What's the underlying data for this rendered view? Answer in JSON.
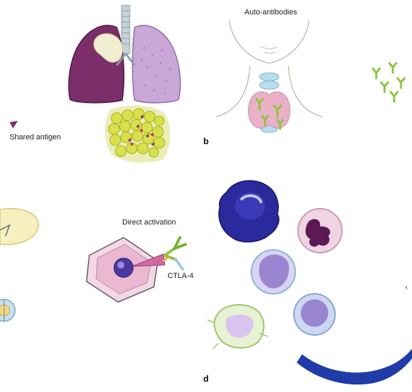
{
  "panels": {
    "a": {
      "shared_antigen_label": "Shared antigen"
    },
    "b": {
      "letter": "b",
      "title": "Auto-antibodies"
    },
    "c": {
      "direct_activation_label": "Direct activation",
      "ctla4_label": "CTLA-4"
    },
    "d": {
      "letter": "d"
    }
  },
  "colors": {
    "lung_dark": "#7c2e6a",
    "lung_light": "#c9a8d8",
    "tumor_yellow": "#d8e04a",
    "thyroid_pink": "#e9b0c8",
    "antibody_green": "#8cc43c",
    "cell_blue": "#2a2a9c",
    "arc_blue": "#1f3ca8"
  }
}
